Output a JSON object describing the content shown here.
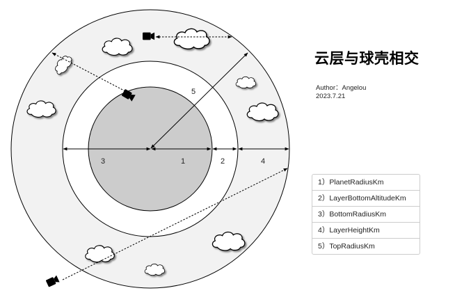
{
  "title": "云层与球壳相交",
  "author": "Author：Angelou",
  "date": "2023.7.21",
  "diagram_labels": {
    "planet_radius": "1",
    "layer_bottom_altitude": "2",
    "bottom_radius": "3",
    "layer_height": "4",
    "top_radius": "5"
  },
  "legend": [
    "1）PlanetRadiusKm",
    "2）LayerBottomAltitudeKm",
    "3）BottomRadiusKm",
    "4）LayerHeightKm",
    "5）TopRadiusKm"
  ],
  "colors": {
    "outer_shell": "#f2f2f2",
    "planet": "#cccccc",
    "stroke": "#000000"
  }
}
